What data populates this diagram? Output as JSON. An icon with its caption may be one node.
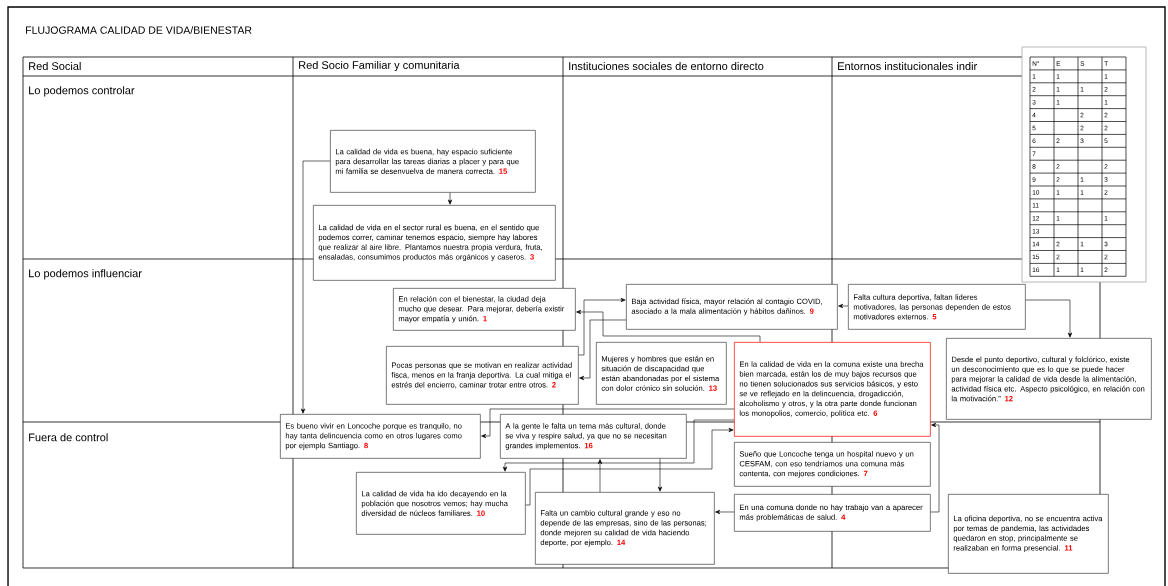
{
  "diagram": {
    "title": "FLUJOGRAMA CALIDAD DE VIDA/BIENESTAR",
    "nodes": [
      {
        "text": [
          "La calidad de vida es buena, hay espacio suficiente para desarrollar las tareas diarias a placer y para que mi familia se desenvuelva de manera correcta.",
          "15"
        ]
      },
      {
        "text": [
          "La calidad de vida en el sector rural es buena, en el sentido que podemos correr, caminar tenemos espacio, siempre hay labores que realizar al aire libre. Plantamos nuestra propia verdura, fruta, ensaladas, consumimos productos más orgánicos y caseros.",
          "3"
        ]
      },
      {
        "text": [
          "En relación con el bienestar, la ciudad deja mucho que desear. Para mejorar, debería existir mayor empatía y unión.",
          "1"
        ]
      },
      {
        "text": [
          "Baja actividad física, mayor relación al contagio COVID, asociado a la mala alimentación y hábitos dañinos.",
          "9"
        ]
      },
      {
        "text": [
          "Falta cultura deportiva, faltan lideres motivadores, las personas dependen de estos motivadores externos.",
          "5"
        ]
      },
      {
        "text": [
          "Pocas personas que se motivan en realizar actividad fisca, menos en la franja deportiva. La cual mitiga el estrés del encierro, caminar trotar entre otros.",
          "2"
        ]
      },
      {
        "text": [
          "Mujeres y hombres que están en situación de discapacidad que están abandonadas por el sistema con dolor crónico sin solución.",
          "13"
        ]
      },
      {
        "text": [
          "En la calidad de vida en la comuna existe una brecha bien marcada, están los de muy bajos recursos que no tienen solucionados sus servicios básicos, y esto se ve reflejado en la delincuencia, drogadicción, alcoholismo y otros, y la otra parte donde funcionan los monopolios, comercio, política etc.",
          "6"
        ]
      },
      {
        "text": [
          "Desde el punto deportivo, cultural y folclórico, existe un desconocimiento que es lo que se puede hacer para mejorar la calidad de vida desde la alimentación, actividad física etc. Aspecto psicológico, en relación con la motivación.”",
          "12"
        ]
      },
      {
        "text": [
          "Es bueno vivir en Loncoche porque es tranquilo, no hay tanta delincuencia como en otros lugares como por ejemplo Santiago.",
          "8"
        ]
      },
      {
        "text": [
          "A la gente le falta un tema más cultural, donde se viva y respire salud, ya que no se necesitan grandes implementos.",
          "16"
        ]
      },
      {
        "text": [
          "Sueño que Loncoche tenga un hospital nuevo y un CESFAM, con eso tendríamos una comuna más contenta, con mejores condiciones.",
          "7"
        ]
      },
      {
        "text": [
          "La calidad de vida ha ido decayendo en la población que nosotros vemos; hay mucha diversidad de núcleos familiares.",
          "10"
        ]
      },
      {
        "text": [
          "Falta un cambio cultural grande y eso no depende de las empresas, sino de las personas; donde mejoren su calidad de vida haciendo deporte, por ejemplo.",
          "14"
        ]
      },
      {
        "text": [
          "En una comuna donde no hay trabajo van a aparecer más problemáticas de salud.",
          "4"
        ]
      },
      {
        "text": [
          "La oficina deportiva, no se encuentra activa por temas de pandemia, las actividades quedaron en stop, principalmente se realizaban en forma presencial.",
          "11"
        ]
      }
    ],
    "edges": [
      {
        "from": 0,
        "to": 9,
        "arrow": "to"
      },
      {
        "from": 0,
        "to": 1,
        "arrow": "to"
      },
      {
        "from": 7,
        "to": 9,
        "arrow": "to"
      },
      {
        "from": 7,
        "to": 2,
        "arrow": "to"
      },
      {
        "from": 5,
        "to": 3,
        "arrow": "to"
      },
      {
        "from": 3,
        "to": 5,
        "arrow": "to"
      },
      {
        "from": 4,
        "to": 3,
        "arrow": "to"
      },
      {
        "from": 4,
        "to": 8,
        "arrow": "to"
      },
      {
        "from": 7,
        "to": 12,
        "arrow": "to"
      },
      {
        "from": 12,
        "to": 7,
        "arrow": "to"
      },
      {
        "from": 10,
        "to": 13,
        "arrow": "to"
      },
      {
        "from": 13,
        "to": 10,
        "arrow": "to"
      },
      {
        "from": 14,
        "to": 13,
        "arrow": "to"
      },
      {
        "from": 14,
        "to": 7,
        "arrow": "to"
      }
    ],
    "labels": [
      "Red Social",
      "Red Socio Familiar y comunitaria",
      "Instituciones sociales de entorno directo",
      "Entornos institucionales indir",
      "Lo podemos controlar",
      "Lo podemos influenciar",
      "Fuera de control",
      "N°",
      "E",
      "S",
      "T",
      "1",
      "1",
      "1",
      "2",
      "1",
      "1",
      "2",
      "3",
      "1",
      "1",
      "4",
      "2",
      "2",
      "5",
      "2",
      "2",
      "6",
      "2",
      "3",
      "5",
      "7",
      "8",
      "2",
      "2",
      "9",
      "2",
      "1",
      "3",
      "10",
      "1",
      "1",
      "2",
      "11",
      "12",
      "1",
      "1",
      "13",
      "14",
      "2",
      "1",
      "3",
      "15",
      "2",
      "2",
      "16",
      "1",
      "1",
      "2"
    ]
  }
}
